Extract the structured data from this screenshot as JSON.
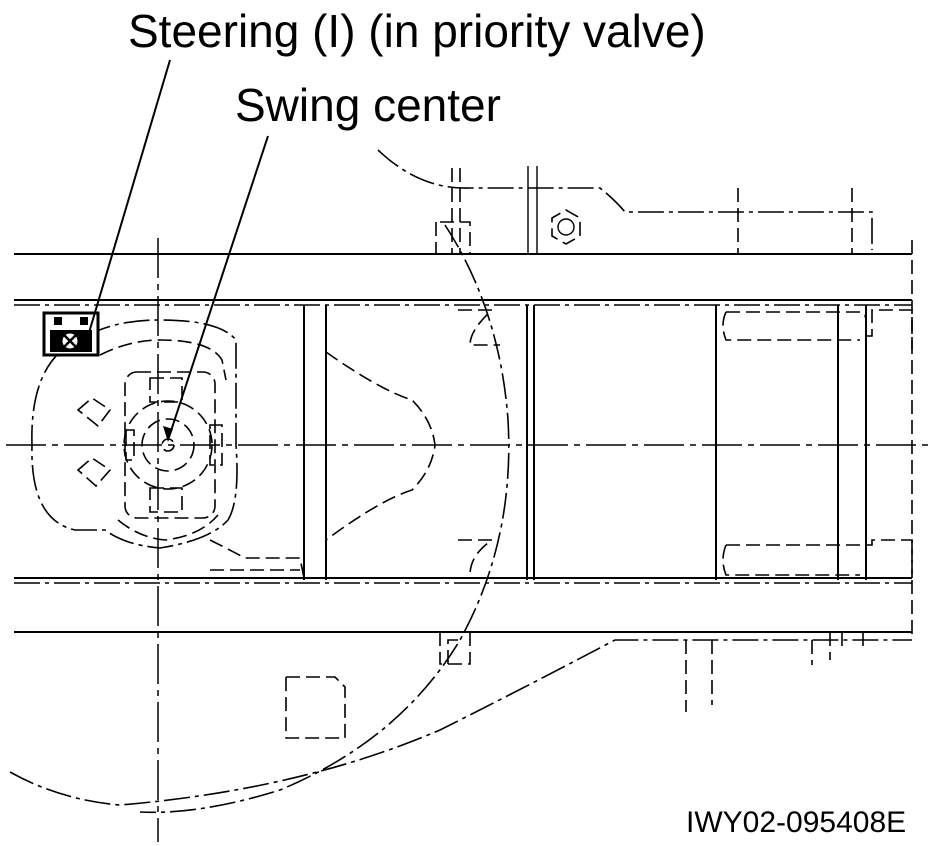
{
  "labels": {
    "steering": "Steering (I) (in priority valve)",
    "swing_center": "Swing center",
    "drawing_code": "IWY02-095408E"
  },
  "colors": {
    "line": "#000000",
    "background": "#ffffff"
  }
}
